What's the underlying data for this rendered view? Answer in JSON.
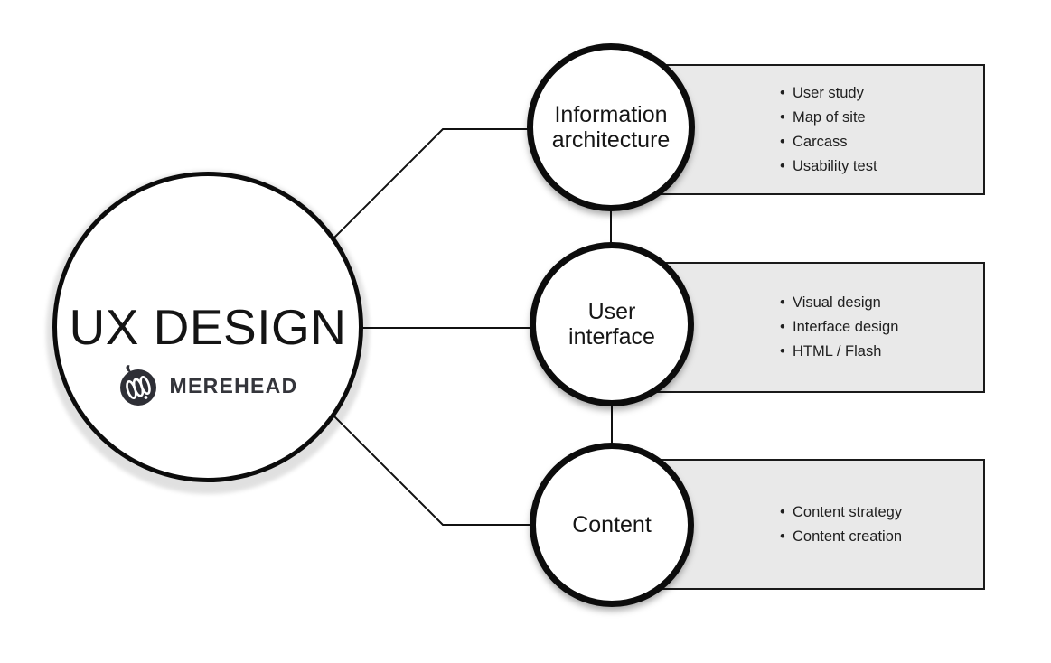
{
  "root": {
    "title": "UX DESIGN",
    "brand": "MEREHEAD"
  },
  "nodes": [
    {
      "label": "Information architecture",
      "lines": [
        "Information",
        "architecture"
      ],
      "items": [
        "User study",
        "Map of site",
        "Carcass",
        "Usability test"
      ]
    },
    {
      "label": "User interface",
      "lines": [
        "User",
        "interface"
      ],
      "items": [
        "Visual design",
        "Interface design",
        "HTML / Flash"
      ]
    },
    {
      "label": "Content",
      "lines": [
        "Content"
      ],
      "items": [
        "Content strategy",
        "Content creation"
      ]
    }
  ],
  "colors": {
    "background": "#ffffff",
    "panel_fill": "#e9e9e9",
    "panel_border": "#1a1a1a",
    "circle_border": "#0c0c0c",
    "connector": "#111111",
    "text": "#1f1f1f",
    "logo_mark": "#2e2f36"
  }
}
